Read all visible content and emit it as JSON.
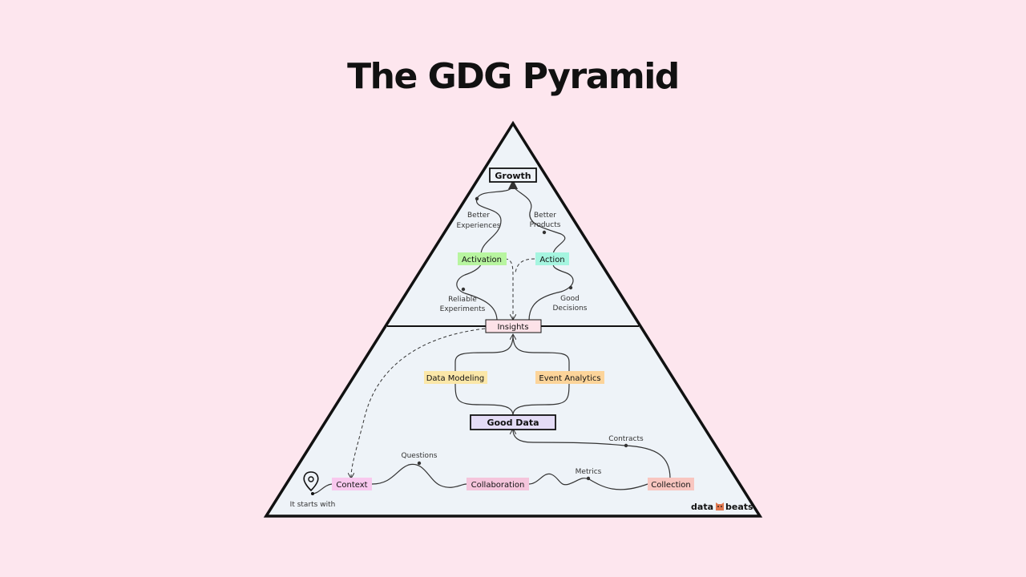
{
  "title": "The GDG Pyramid",
  "nodes": {
    "growth": "Growth",
    "activation": "Activation",
    "action": "Action",
    "insights": "Insights",
    "data_modeling": "Data Modeling",
    "event_analytics": "Event Analytics",
    "good_data": "Good Data",
    "context": "Context",
    "collaboration": "Collaboration",
    "collection": "Collection"
  },
  "edge_labels": {
    "better_experiences": [
      "Better",
      "Experiences"
    ],
    "better_products": [
      "Better",
      "Products"
    ],
    "reliable_experiments": [
      "Reliable",
      "Experiments"
    ],
    "good_decisions": [
      "Good",
      "Decisions"
    ],
    "questions": "Questions",
    "metrics": "Metrics",
    "contracts": "Contracts",
    "starts_with": "It starts with"
  },
  "brand": {
    "left": "data",
    "right": "beats"
  },
  "colors": {
    "background": "#fde6ee",
    "pyramid_fill": "#eef3f8",
    "activation": "#b8f5a0",
    "action": "#a5f5e0",
    "insights": "#fde2e8",
    "data_modeling": "#fbe7a8",
    "event_analytics": "#fcd49a",
    "good_data": "#e4dcf6",
    "context": "#f8c8ee",
    "collaboration": "#f5c5dc",
    "collection": "#f8c6c0"
  }
}
